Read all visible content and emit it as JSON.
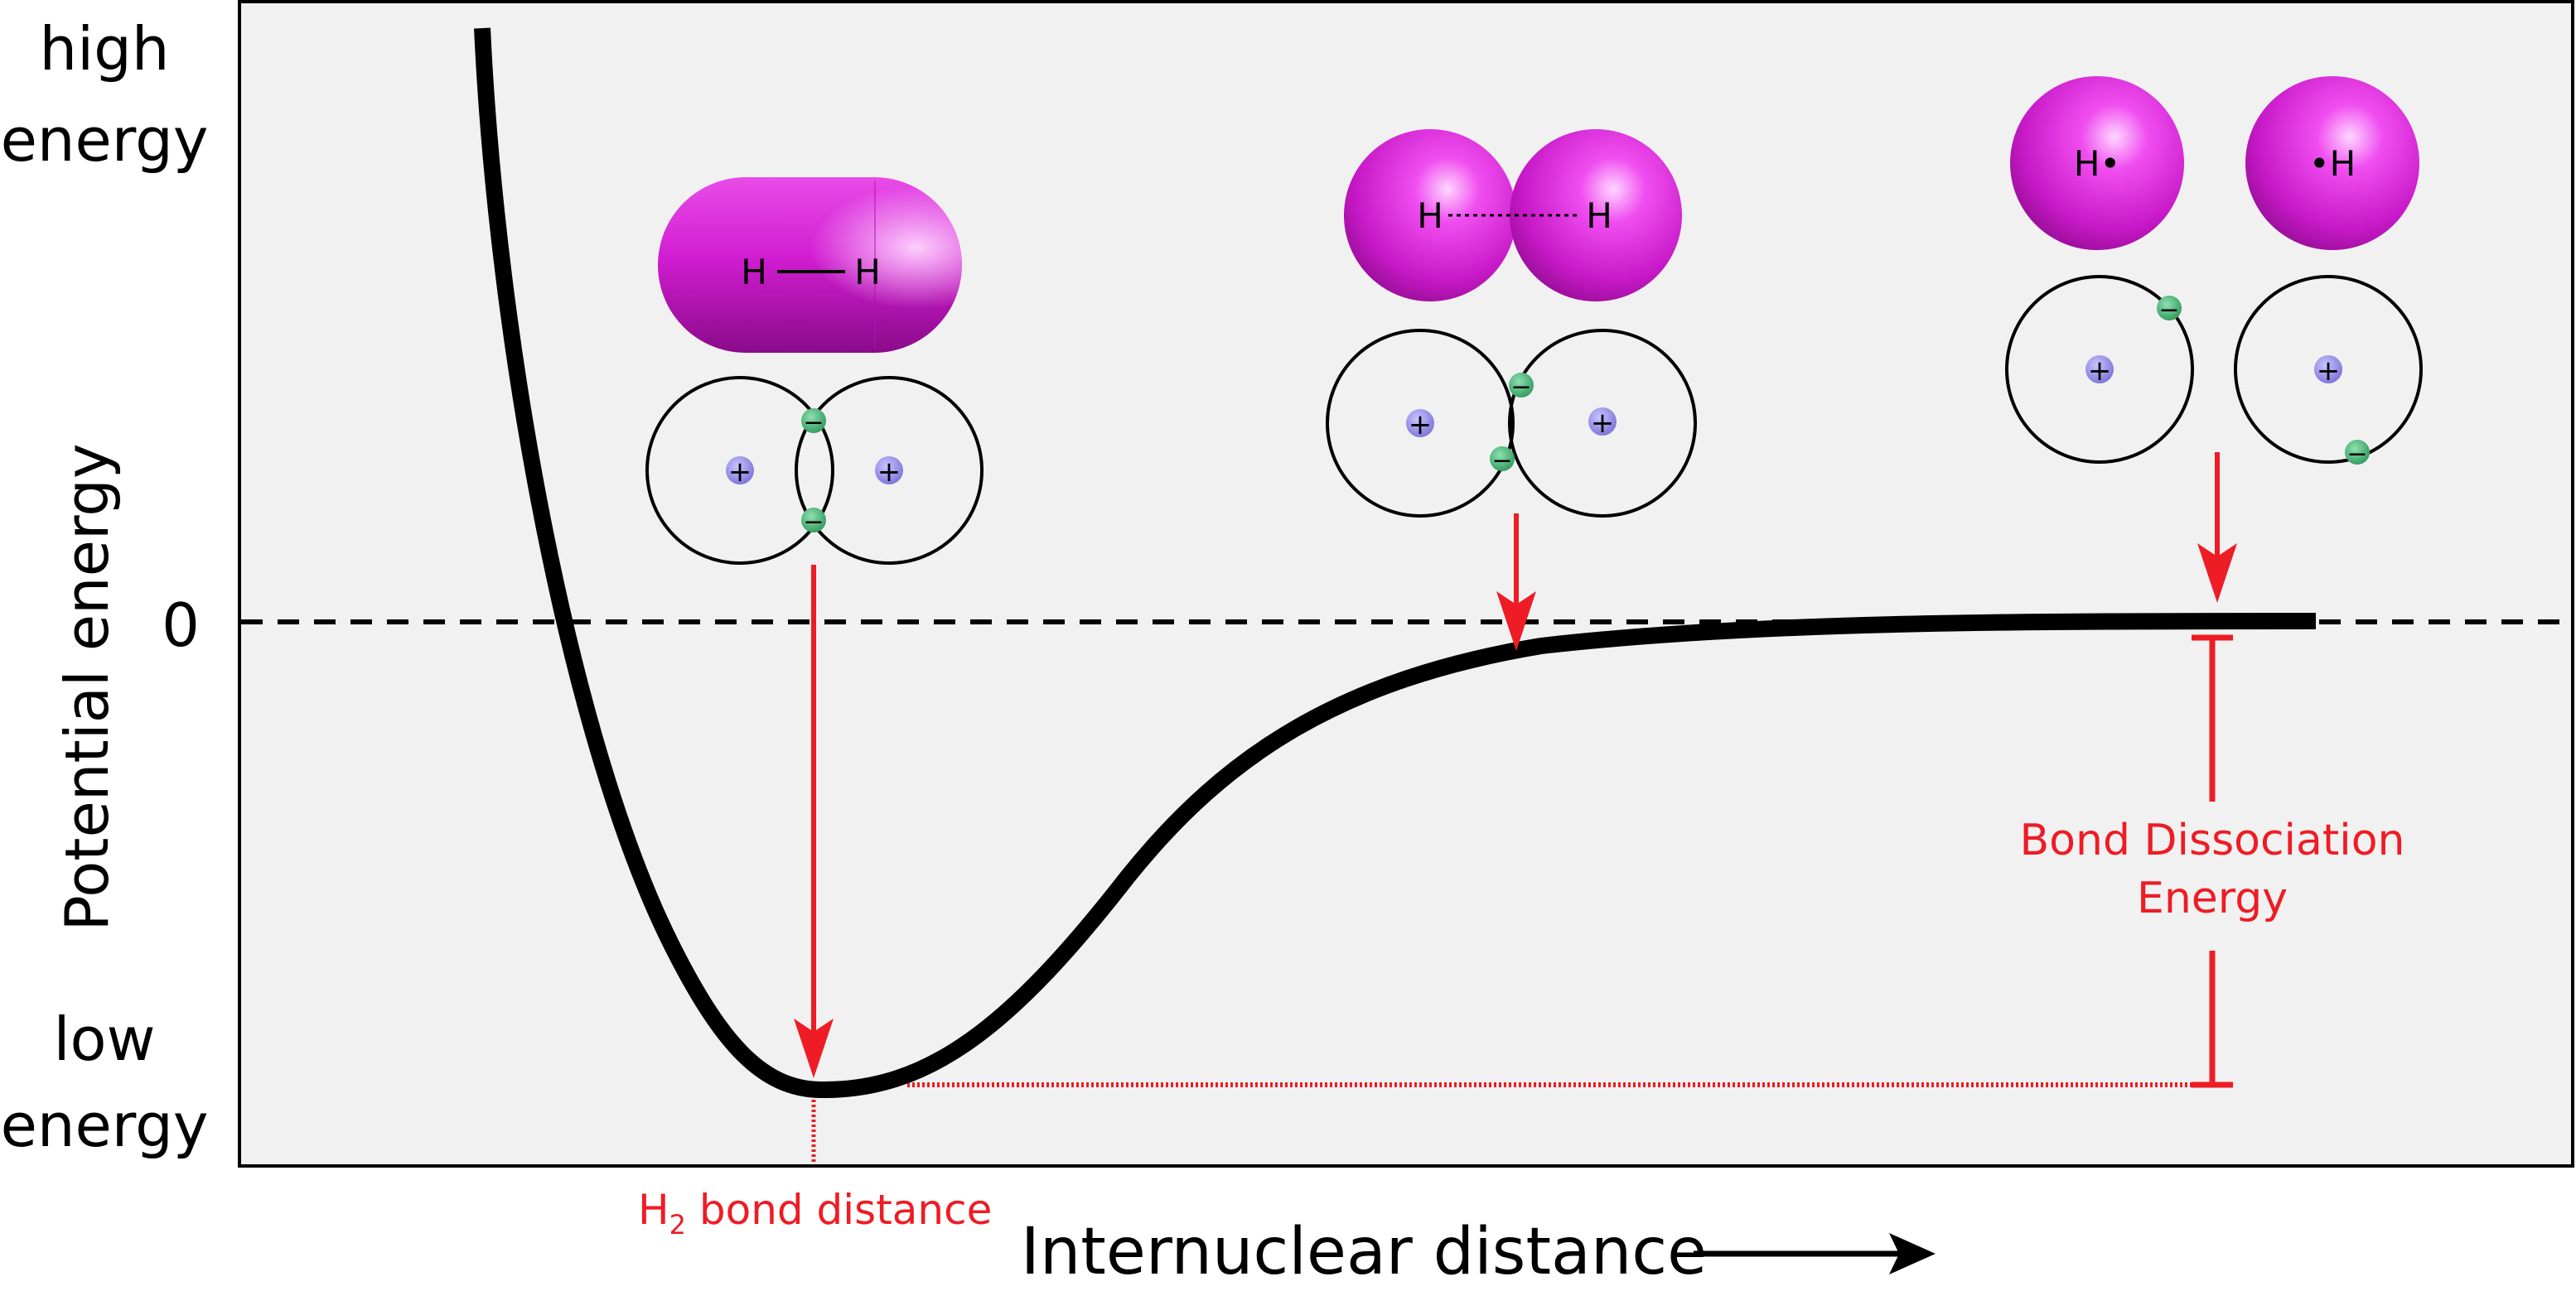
{
  "colors": {
    "plot_background": "#f1f1f1",
    "curve": "#000000",
    "annotation_red": "#ee1c24",
    "electron_cloud": "#d21ed2",
    "nucleus": "#8f87e0",
    "electron": "#3aa86b"
  },
  "y_axis": {
    "title": "Potential energy",
    "high_label_line1": "high",
    "high_label_line2": "energy",
    "zero_label": "0",
    "low_label_line1": "low",
    "low_label_line2": "energy"
  },
  "x_axis": {
    "title": "Internuclear distance"
  },
  "annotations": {
    "bond_distance_prefix": "H",
    "bond_distance_subscript": "2",
    "bond_distance_suffix": " bond distance",
    "bde_line1": "Bond Dissociation",
    "bde_line2": "Energy"
  },
  "stages": {
    "bonded": {
      "atom_left": "H",
      "atom_right": "H"
    },
    "approaching": {
      "atom_left": "H",
      "atom_right": "H"
    },
    "separated": {
      "atom_left": "H•",
      "atom_right": "•H"
    }
  },
  "symbols": {
    "proton": "+",
    "electron": "−"
  }
}
